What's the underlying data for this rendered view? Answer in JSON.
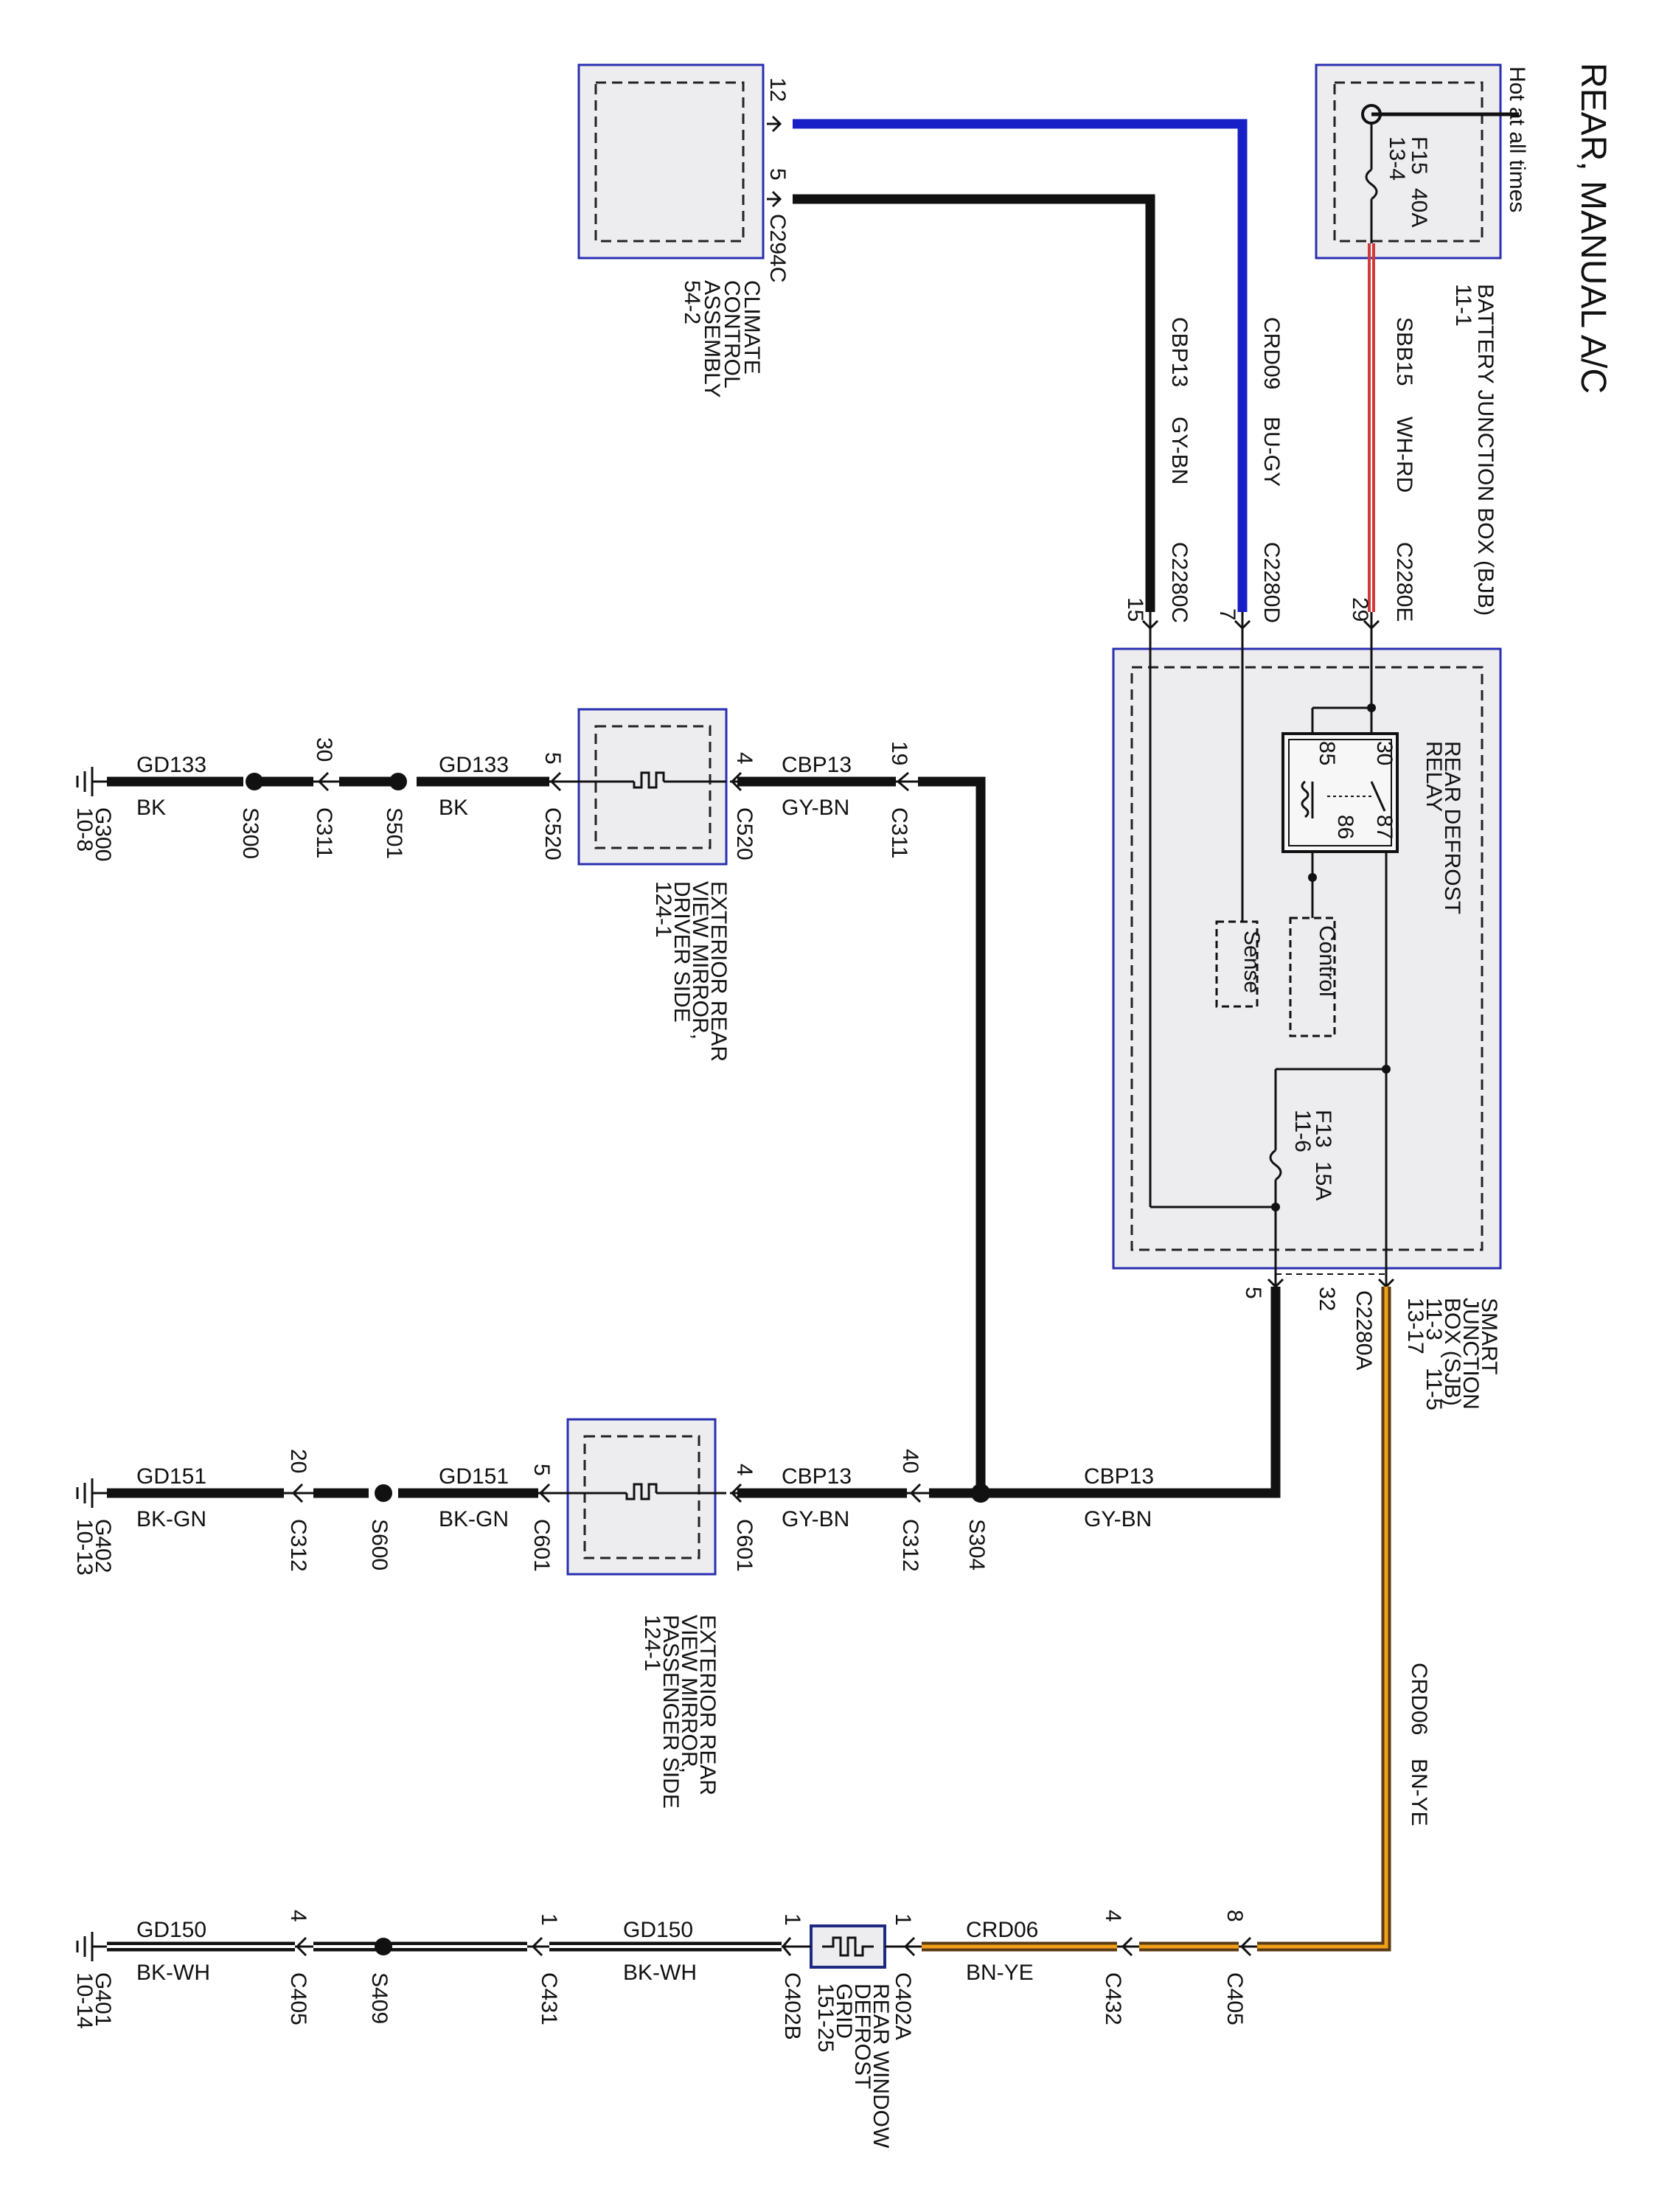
{
  "title": "REAR, MANUAL A/C",
  "hot_note": "Hot at all times",
  "components": {
    "bjb": {
      "name": "BATTERY JUNCTION BOX (BJB)",
      "ref": "11-1",
      "fuse": "F15",
      "fuse_ref": "13-4",
      "fuse_rating": "40A"
    },
    "cca": {
      "name1": "CLIMATE",
      "name2": "CONTROL",
      "name3": "ASSEMBLY",
      "ref": "54-2",
      "connector": "C294C",
      "pin_a": "12",
      "pin_b": "5"
    },
    "sjb": {
      "name1": "SMART",
      "name2": "JUNCTION",
      "name3": "BOX (SJB)",
      "ref1": "11-3",
      "ref2": "13-17",
      "ref3": "11-5"
    },
    "relay": {
      "name1": "REAR DEFROST",
      "name2": "RELAY",
      "pin30": "30",
      "pin85": "85",
      "pin86": "86",
      "pin87": "87"
    },
    "control": "Control",
    "sense": "Sense",
    "f13": {
      "fuse": "F13",
      "ref": "11-6",
      "rating": "15A"
    },
    "mirror_driver": {
      "l1": "EXTERIOR REAR",
      "l2": "VIEW MIRROR,",
      "l3": "DRIVER SIDE",
      "l4": "124-1"
    },
    "mirror_pass": {
      "l1": "EXTERIOR REAR",
      "l2": "VIEW MIRROR,",
      "l3": "PASSENGER SIDE",
      "l4": "124-1"
    },
    "grid": {
      "l1": "REAR WINDOW",
      "l2": "DEFROST",
      "l3": "GRID",
      "l4": "151-25"
    }
  },
  "connectors": {
    "c2280e": "C2280E",
    "c2280e_pin": "29",
    "c2280d": "C2280D",
    "c2280d_pin": "7",
    "c2280c": "C2280C",
    "c2280c_pin": "15",
    "c2280a": "C2280A",
    "c2280a_pin_a": "32",
    "c2280a_pin_b": "5",
    "c311_top": "C311",
    "c311_top_pin": "19",
    "c520_a": "C520",
    "c520_a_pin": "4",
    "c520_b": "C520",
    "c520_b_pin": "5",
    "c311_bot": "C311",
    "c311_bot_pin": "30",
    "c312_top": "C312",
    "c312_top_pin": "40",
    "c601_a": "C601",
    "c601_a_pin": "4",
    "c601_b": "C601",
    "c601_b_pin": "5",
    "c312_bot": "C312",
    "c312_bot_pin": "20",
    "c405_top": "C405",
    "c405_top_pin": "8",
    "c432": "C432",
    "c432_pin": "4",
    "c402a": "C402A",
    "c402a_pin": "1",
    "c402b": "C402B",
    "c402b_pin": "1",
    "c431": "C431",
    "c431_pin": "1",
    "c405_bot": "C405",
    "c405_bot_pin": "4"
  },
  "splices": {
    "s501": "S501",
    "s300": "S300",
    "s304": "S304",
    "s600": "S600",
    "s409": "S409"
  },
  "grounds": {
    "g300": "G300",
    "g300_ref": "10-8",
    "g402": "G402",
    "g402_ref": "10-13",
    "g401": "G401",
    "g401_ref": "10-14"
  },
  "wires": {
    "sbb15": {
      "circuit": "SBB15",
      "color": "WH-RD"
    },
    "crd09": {
      "circuit": "CRD09",
      "color": "BU-GY"
    },
    "cbp13_v": {
      "circuit": "CBP13",
      "color": "GY-BN"
    },
    "crd06_v": {
      "circuit": "CRD06",
      "color": "BN-YE"
    },
    "cbp13_s304": {
      "circuit": "CBP13",
      "color": "GY-BN"
    },
    "cbp13_d": {
      "circuit": "CBP13",
      "color": "GY-BN"
    },
    "gd133_a": {
      "circuit": "GD133",
      "color": "BK"
    },
    "gd133_b": {
      "circuit": "GD133",
      "color": "BK"
    },
    "cbp13_p": {
      "circuit": "CBP13",
      "color": "GY-BN"
    },
    "gd151_a": {
      "circuit": "GD151",
      "color": "BK-GN"
    },
    "gd151_b": {
      "circuit": "GD151",
      "color": "BK-GN"
    },
    "crd06_h": {
      "circuit": "CRD06",
      "color": "BN-YE"
    },
    "gd150_a": {
      "circuit": "GD150",
      "color": "BK-WH"
    },
    "gd150_b": {
      "circuit": "GD150",
      "color": "BK-WH"
    }
  },
  "colors": {
    "box_border": "#2a2fb0",
    "box_fill": "#ededf0",
    "wire_blue": "#1620c6",
    "wire_orange": "#f2a01a",
    "wire_red": "#d23a3a"
  }
}
